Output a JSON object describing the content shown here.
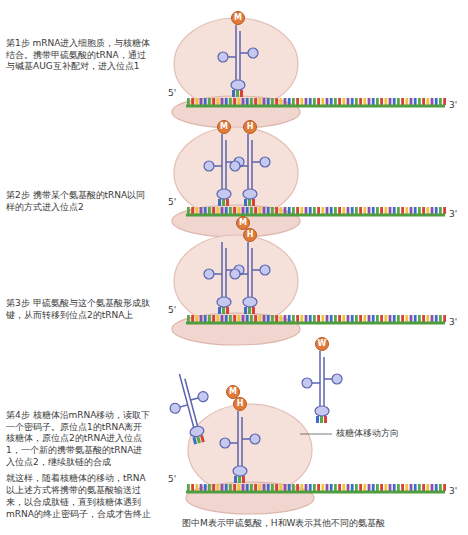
{
  "diagram": {
    "caption": "图中M表示甲硫氨酸，H和W表示其他不同的氨基酸",
    "labels": [
      "第1步 mRNA进入细胞质，与核糖体结合。携带甲硫氨酸的tRNA，通过与碱基AUG互补配对，进入位点1",
      "5'",
      "3'",
      "M",
      "第2步 携带某个氨基酸的tRNA以同样的方式进入位点2",
      "5'",
      "3'",
      "M",
      "H",
      "第3步 甲硫氨酸与这个氨基酸形成肽键，从而转移到位点2的tRNA上",
      "5'",
      "3'",
      "M",
      "H",
      "第4步 核糖体沿mRNA移动，读取下一个密码子。原位点1的tRNA离开核糖体，原位点2的tRNA进入位点1，一个新的携带氨基酸的tRNA进入位点2，继续肽链的合成",
      "就这样，随着核糖体的移动，tRNA以上述方式将携带的氨基酸输送过来，以合成肽链，直到核糖体遇到mRNA的终止密码子，合成才告终止",
      "核糖体移动方向",
      "5'",
      "3'",
      "M",
      "H",
      "W"
    ]
  }
}
